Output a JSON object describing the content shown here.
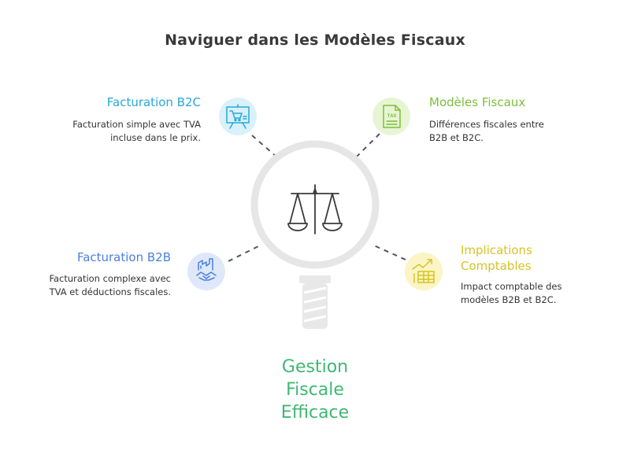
{
  "title": "Naviguer dans les Modèles Fiscaux",
  "branches": [
    {
      "title": "Facturation B2C",
      "desc_lines": [
        "Facturation simple avec TVA",
        "incluse dans le prix."
      ],
      "color": "#2aa7d6",
      "circle_color": "#d9f1fb",
      "icon": "presentation-cart-icon"
    },
    {
      "title": "Modèles Fiscaux",
      "desc_lines": [
        "Différences fiscales entre",
        "B2B et B2C."
      ],
      "color": "#7cbf3a",
      "circle_color": "#e8f5d4",
      "icon": "tax-document-icon"
    },
    {
      "title": "Facturation B2B",
      "desc_lines": [
        "Facturation complexe avec",
        "TVA et déductions fiscales."
      ],
      "color": "#4a7fe0",
      "circle_color": "#dfe8fb",
      "icon": "factory-handshake-icon"
    },
    {
      "title_lines": [
        "Implications",
        "Comptables"
      ],
      "desc_lines": [
        "Impact comptable des",
        "modèles B2B et B2C."
      ],
      "color": "#d7c324",
      "circle_color": "#fbf4c4",
      "icon": "growth-chart-icon"
    }
  ],
  "center": {
    "icon": "balance-scale-icon",
    "lens_color": "#e6e6e6"
  },
  "bottom": {
    "lines": [
      "Gestion",
      "Fiscale",
      "Efficace"
    ],
    "color": "#3fb872"
  }
}
